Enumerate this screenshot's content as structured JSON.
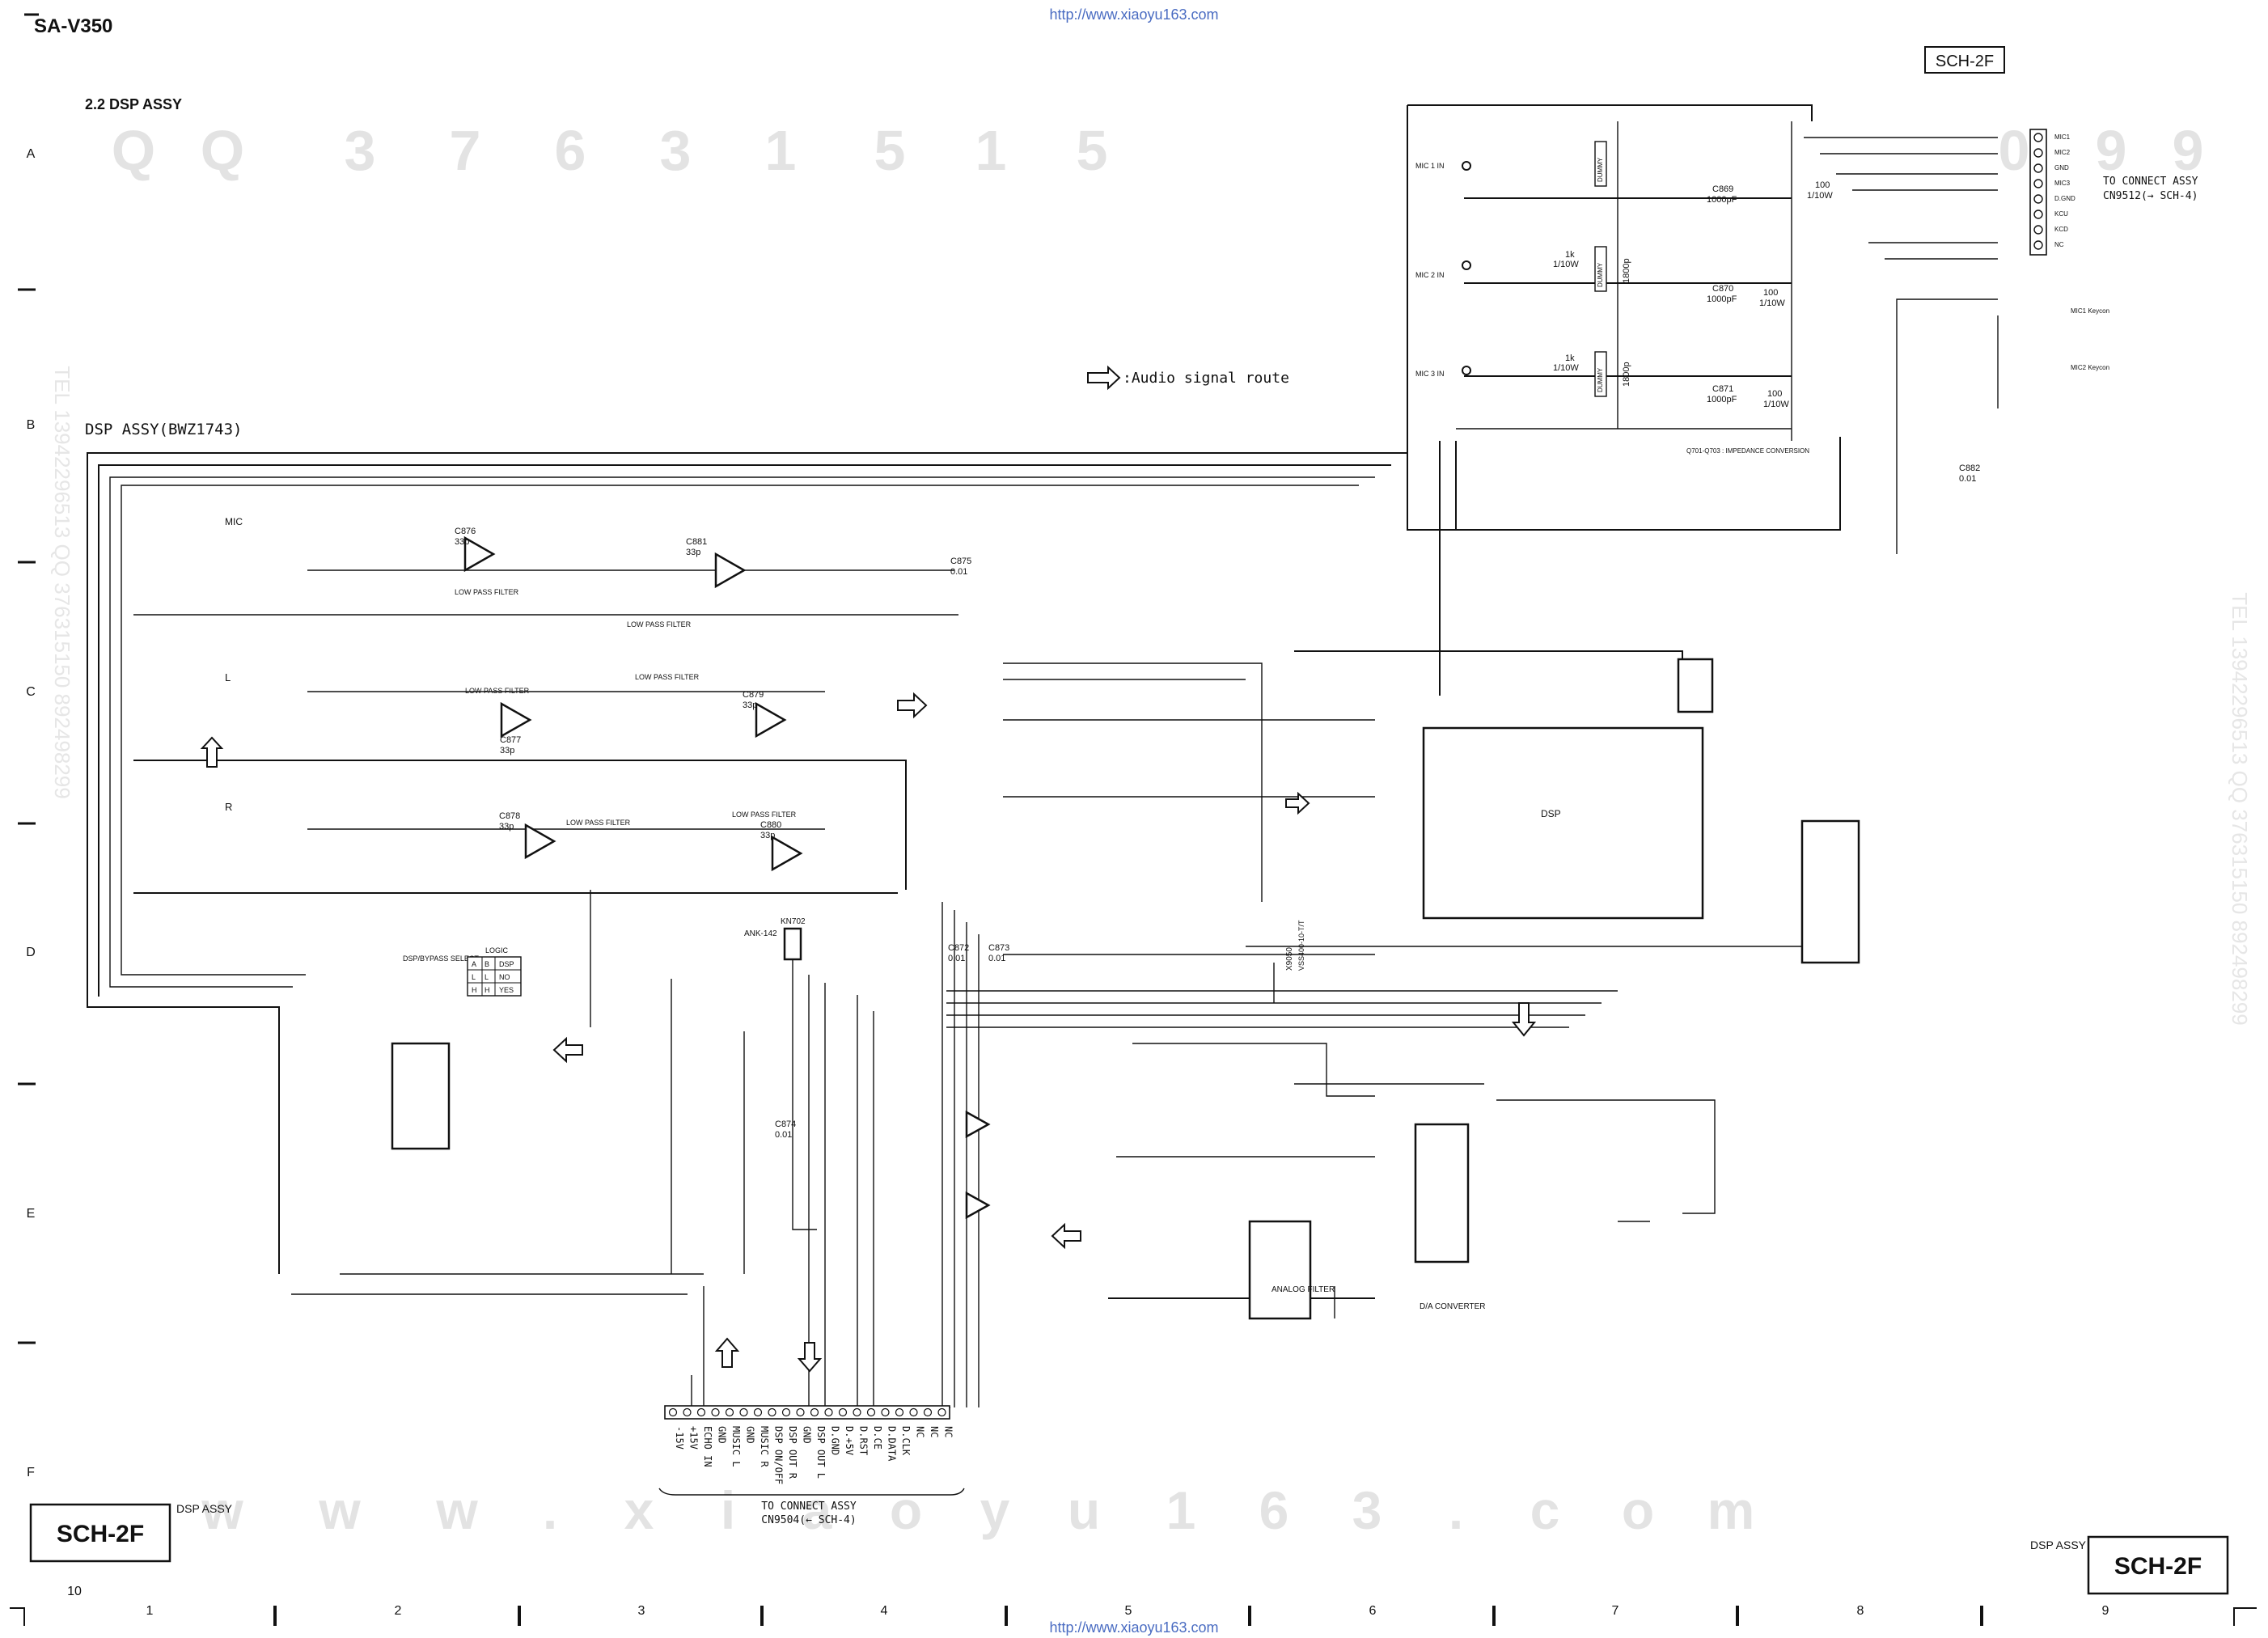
{
  "header": {
    "model": "SA-V350",
    "section": "2.2  DSP ASSY",
    "url": "http://www.xiaoyu163.com",
    "sheet_tag": "SCH-2F"
  },
  "watermark": {
    "serial": [
      "Q",
      "Q",
      "3",
      "7",
      "6",
      "3",
      "1",
      "5",
      "1",
      "5",
      "0",
      "9",
      "9"
    ],
    "site": [
      "w",
      "w",
      "w",
      ".",
      "x",
      "i",
      "a",
      "o",
      "y",
      "u",
      "1",
      "6",
      "3",
      ".",
      "c",
      "o",
      "m"
    ],
    "vertical": "TEL 13942296513 QQ 376315150 892498299"
  },
  "grid": {
    "rows": [
      "A",
      "B",
      "C",
      "D",
      "E",
      "F"
    ],
    "cols": [
      "1",
      "2",
      "3",
      "4",
      "5",
      "6",
      "7",
      "8",
      "9"
    ],
    "page_left": "10"
  },
  "board": {
    "title": "DSP ASSY(BWZ1743)",
    "legend": ":Audio signal route"
  },
  "sections": {
    "mic": "MIC",
    "l": "L",
    "r": "R",
    "lpf": "LOW PASS FILTER",
    "lpf_lower": "LOW PASS FILTER",
    "dsp_bypass": "DSP/BYPASS SELECT",
    "logic": "LOGIC",
    "logic_table": [
      [
        "A",
        "B",
        "DSP"
      ],
      [
        "L",
        "L",
        "NO"
      ],
      [
        "H",
        "H",
        "YES"
      ]
    ],
    "dsp": "DSP",
    "analog_filter": "ANALOG FILTER",
    "da_converter": "D/A CONVERTER",
    "impedance": "Q701-Q703 : IMPEDANCE CONVERSION",
    "ank": "ANK-142",
    "kn": "KN702",
    "crystal": "X9050",
    "crystal_part": "VSS400-10-T/T"
  },
  "caps": {
    "c876": "C876",
    "c876v": "33p",
    "c881": "C881",
    "c881v": "33p",
    "c877": "C877",
    "c877v": "33p",
    "c879": "C879",
    "c879v": "33p",
    "c878": "C878",
    "c878v": "33p",
    "c880": "C880",
    "c880v": "33p",
    "c875": "C875",
    "c875v": "0.01",
    "c872": "C872",
    "c872v": "0.01",
    "c873": "C873",
    "c873v": "0.01",
    "c874": "C874",
    "c874v": "0.01",
    "c882": "C882",
    "c882v": "0.01",
    "c869": "C869",
    "c869v": "1000pF",
    "c870": "C870",
    "c870v": "1000pF",
    "c871": "C871",
    "c871v": "1000pF"
  },
  "mic_inputs": [
    "MIC 1 IN",
    "MIC 2 IN",
    "MIC 3 IN"
  ],
  "mic_parts": {
    "dummy": "DUMMY",
    "r_1k": "1k",
    "r_w": "1/10W",
    "r_1800p": "1800p",
    "r_100": "100",
    "r_100w": "1/10W"
  },
  "top_connector": {
    "pins": [
      "MIC1",
      "MIC2",
      "GND",
      "MIC3",
      "D.GND",
      "KCU",
      "KCD",
      "NC"
    ],
    "label1": "TO CONNECT ASSY",
    "label2": "CN9512(→ SCH-4)",
    "key1": "MIC1 Keycon",
    "key2": "MIC2 Keycon"
  },
  "bottom_connector": {
    "pins": [
      "-15V",
      "+15V",
      "ECHO IN",
      "GND",
      "MUSIC L",
      "GND",
      "MUSIC R",
      "DSP ON/OFF",
      "DSP OUT R",
      "GND",
      "DSP OUT L",
      "D.GND",
      "D.+5V",
      "D.RST",
      "D.CE",
      "D.DATA",
      "D.CLK",
      "NC",
      "NC",
      "NC"
    ],
    "label1": "TO CONNECT ASSY",
    "label2": "CN9504(← SCH-4)"
  },
  "footer": {
    "tag": "SCH-2F",
    "label": "DSP ASSY"
  }
}
